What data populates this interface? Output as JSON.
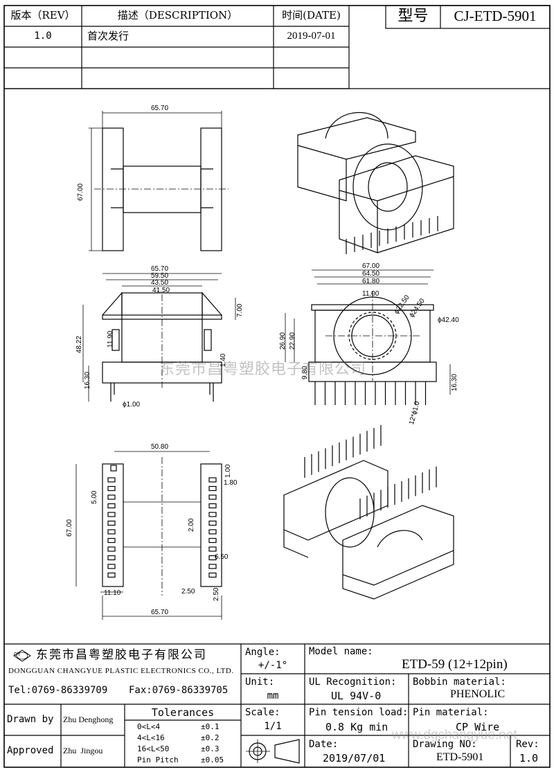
{
  "revision_table": {
    "headers": {
      "rev": "版本（REV）",
      "description": "描述（DESCRIPTION）",
      "date": "时间(DATE)"
    },
    "rows": [
      {
        "rev": "1.0",
        "description": "首次发行",
        "date": "2019-07-01"
      },
      {
        "rev": "",
        "description": "",
        "date": ""
      },
      {
        "rev": "",
        "description": "",
        "date": ""
      }
    ]
  },
  "model_box": {
    "label": "型号",
    "value": "CJ-ETD-5901"
  },
  "watermark": "东莞市昌粤塑胶电子有限公司",
  "dimensions": {
    "side_view": {
      "width": "65.70",
      "height": "67.00"
    },
    "front_view": {
      "w1": "65.70",
      "w2": "59.50",
      "w3": "43.50",
      "w4": "41.50",
      "h_total": "48.22",
      "h_core": "11.90",
      "h_pin": "16.30",
      "flange": "7.00",
      "pin_dia": "ϕ1.00",
      "small": "1.40"
    },
    "end_view": {
      "w1": "67.00",
      "w2": "64.50",
      "w3": "61.80",
      "w4": "11.00",
      "h1": "26.90",
      "h2": "22.90",
      "d1": "ϕ22.50",
      "d2": "ϕ24.50",
      "d3": "ϕ42.40",
      "h_pin": "16.30",
      "small_l": "9.80",
      "pin_w": "12*ϕ1.0"
    },
    "bottom_view": {
      "inner": "50.80",
      "height": "67.00",
      "top_off": "1.00",
      "top_pin": "1.80",
      "pitch": "5.00",
      "mid": "2.00",
      "pin_gap": "6.50",
      "left_off": "11.10",
      "b1": "2.50",
      "b2": "2.50",
      "total": "65.70"
    }
  },
  "title_block": {
    "company_cn": "东莞市昌粤塑胶电子有限公司",
    "company_en": "DONGGUAN CHANGYUE PLASTIC ELECTRONICS CO., LTD.",
    "logo_text": "CY",
    "tel": "Tel:0769-86339709",
    "fax": "Fax:0769-86339705",
    "angle_label": "Angle:",
    "angle_value": "+/-1°",
    "unit_label": "Unit:",
    "unit_value": "mm",
    "scale_label": "Scale:",
    "scale_value": "1/1",
    "model_name_label": "Model name:",
    "model_name_value": "ETD-59 (12+12pin)",
    "ul_label": "UL Recognition:",
    "ul_value": "UL 94V-0",
    "bobbin_label": "Bobbin material:",
    "bobbin_value": "PHENOLIC",
    "pin_tension_label": "Pin tension load:",
    "pin_tension_value": "0.8 Kg min",
    "pin_material_label": "Pin material:",
    "pin_material_value": "CP Wire",
    "date_label": "Date:",
    "date_value": "2019/07/01",
    "drawing_no_label": "Drawing NO:",
    "drawing_no_value": "ETD-5901",
    "rev_label": "Rev:",
    "rev_value": "1.0",
    "drawn_by_label": "Drawn by",
    "drawn_by_value": "Zhu Denghong",
    "approved_label": "Approved",
    "approved_value": "Zhu  Jingou",
    "tolerances_label": "Tolerances",
    "tolerances": [
      {
        "range": "0<L<4",
        "value": "±0.1"
      },
      {
        "range": "4<L<16",
        "value": "±0.2"
      },
      {
        "range": "16<L<50",
        "value": "±0.3"
      },
      {
        "range": "Pin Pitch",
        "value": "±0.05"
      }
    ],
    "site_watermark": "www.dgchangyue.net"
  }
}
